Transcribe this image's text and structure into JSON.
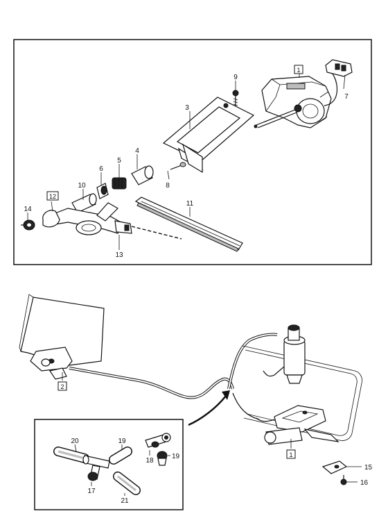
{
  "callouts": {
    "c1a": "1",
    "c3": "3",
    "c4": "4",
    "c5": "5",
    "c6": "6",
    "c7": "7",
    "c8": "8",
    "c9": "9",
    "c10": "10",
    "c11": "11",
    "c12": "12",
    "c13": "13",
    "c14": "14",
    "c1b": "1",
    "c2": "2",
    "c15": "15",
    "c16": "16",
    "c17": "17",
    "c18": "18",
    "c19a": "19",
    "c19b": "19",
    "c20": "20",
    "c21": "21"
  },
  "colors": {
    "ink": "#111111",
    "paper": "#ffffff",
    "shade": "#bdbdbd"
  }
}
